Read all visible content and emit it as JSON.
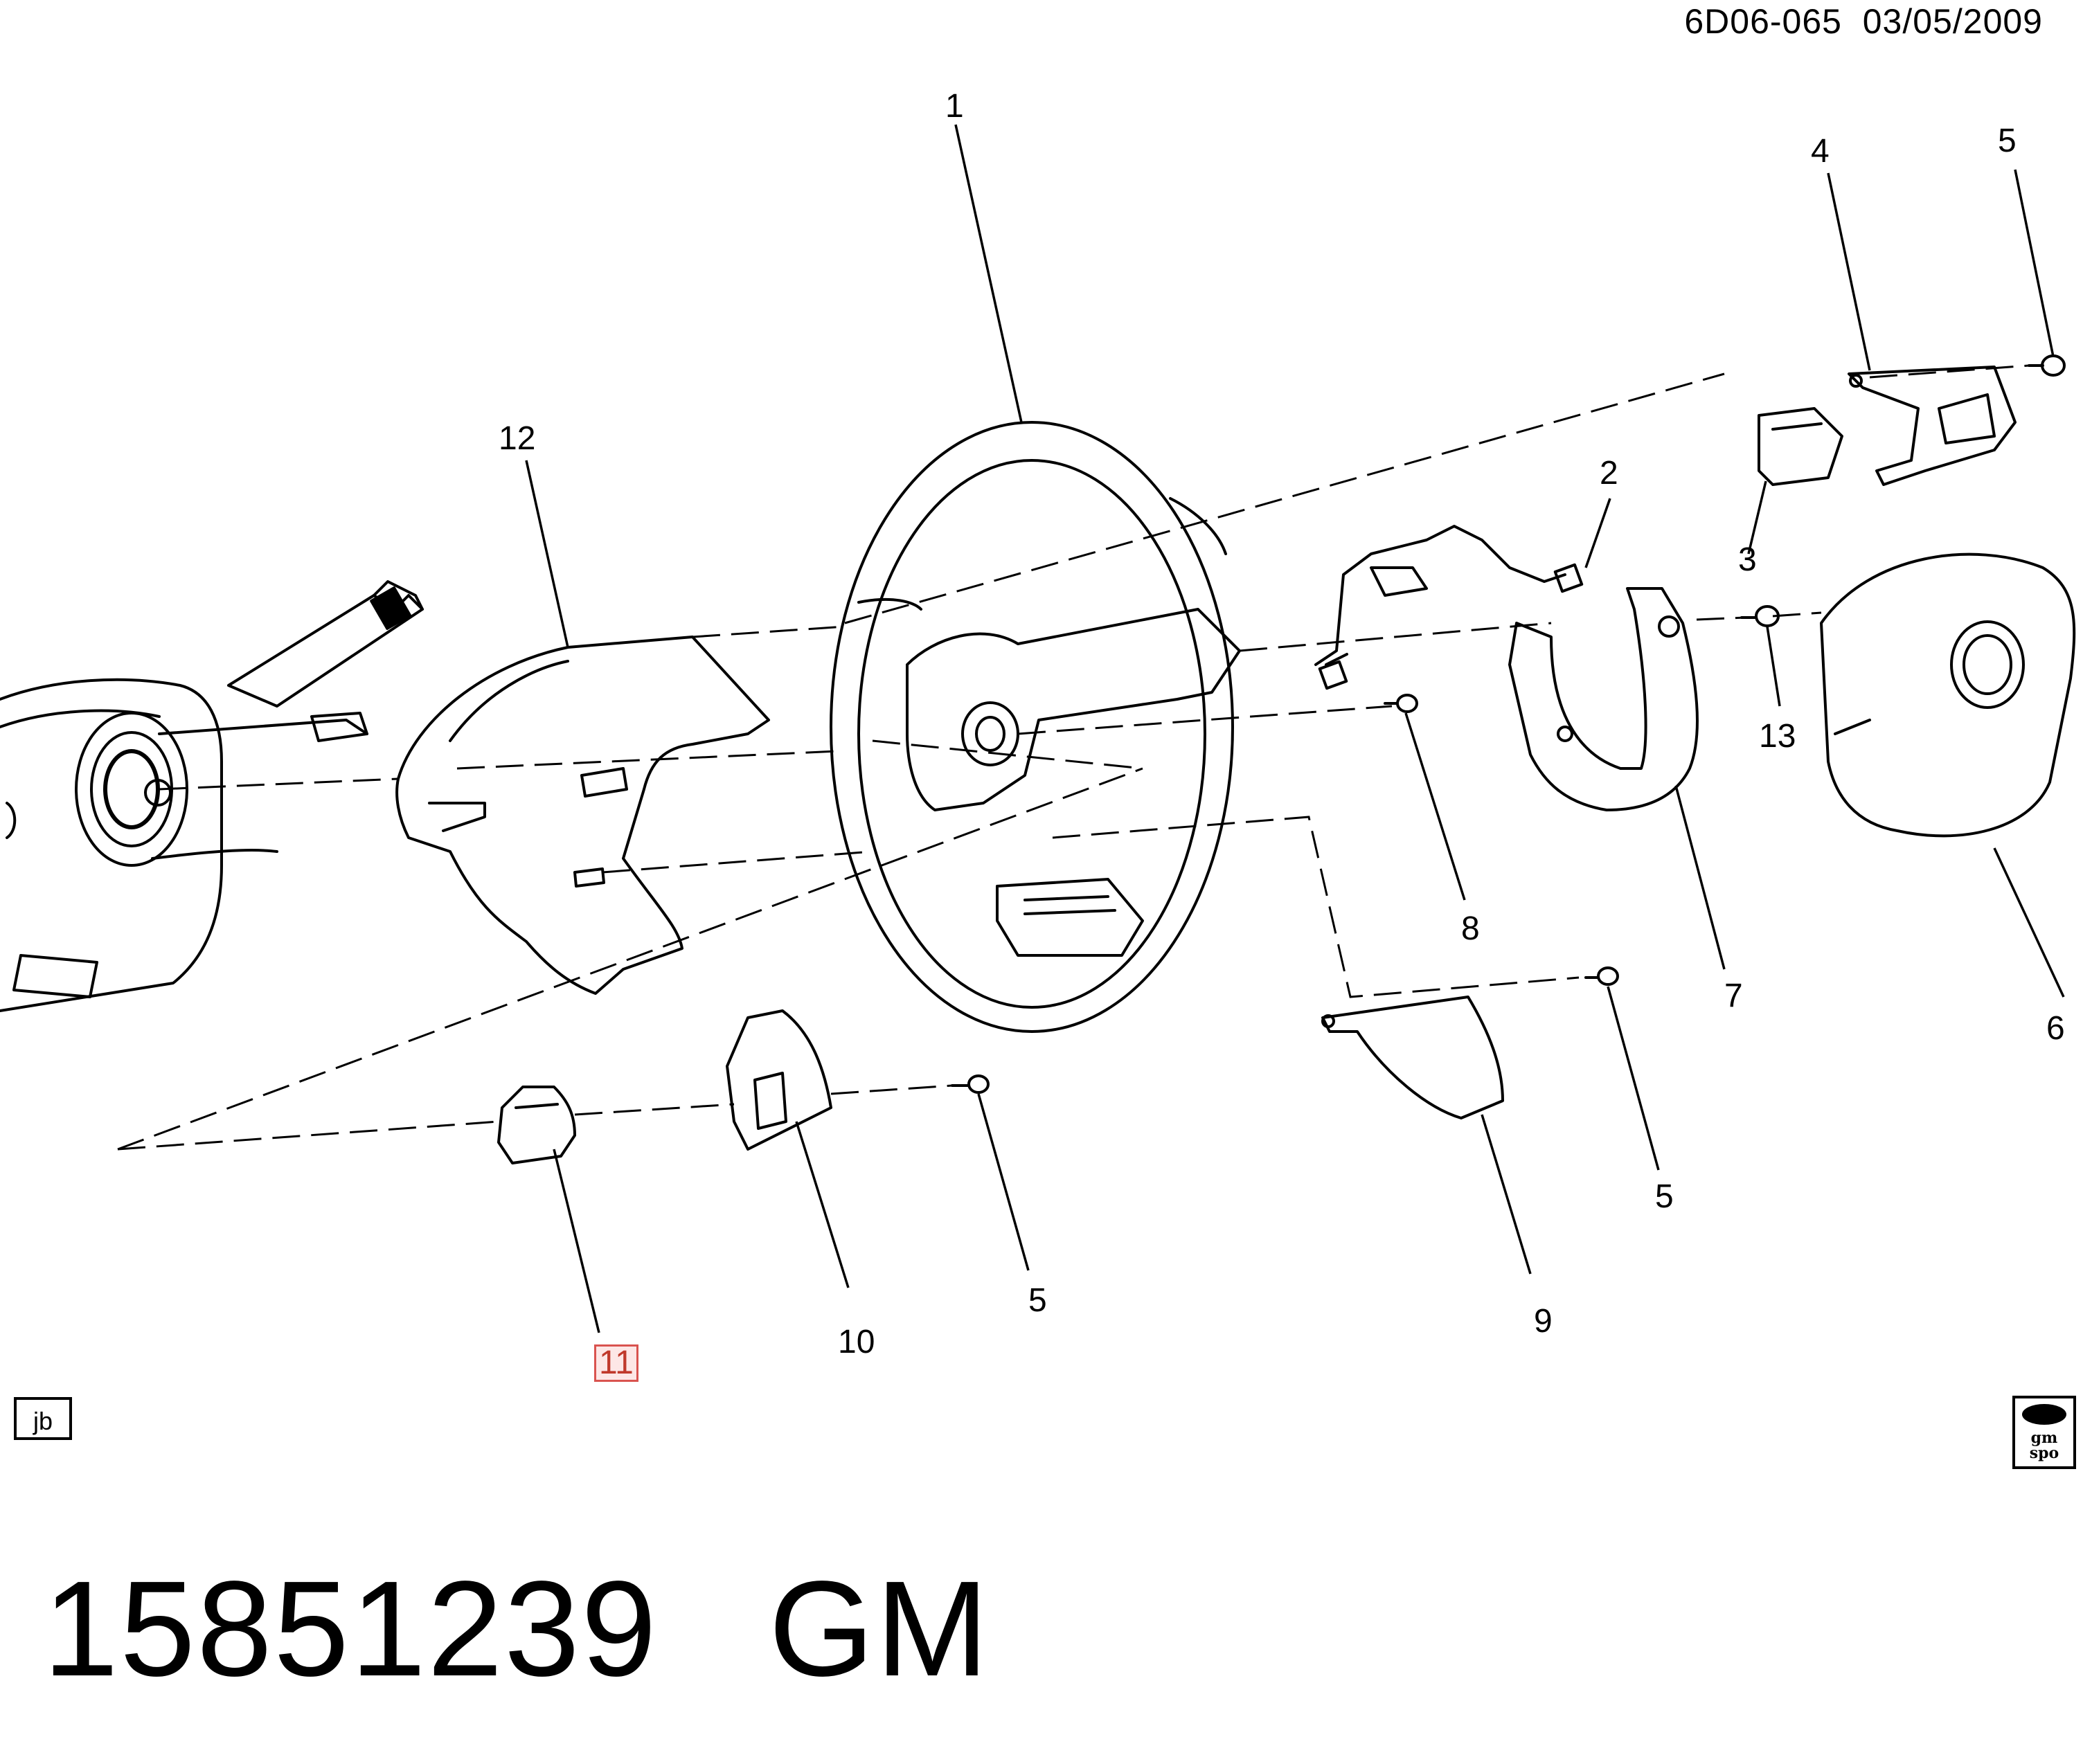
{
  "header": {
    "code": "6D06-065",
    "date": "03/05/2009"
  },
  "callouts": [
    {
      "id": "c1",
      "text": "1"
    },
    {
      "id": "c2",
      "text": "2"
    },
    {
      "id": "c3",
      "text": "3"
    },
    {
      "id": "c4",
      "text": "4"
    },
    {
      "id": "c5a",
      "text": "5"
    },
    {
      "id": "c5b",
      "text": "5"
    },
    {
      "id": "c5c",
      "text": "5"
    },
    {
      "id": "c6",
      "text": "6"
    },
    {
      "id": "c7",
      "text": "7"
    },
    {
      "id": "c8",
      "text": "8"
    },
    {
      "id": "c9",
      "text": "9"
    },
    {
      "id": "c10",
      "text": "10"
    },
    {
      "id": "c11",
      "text": "11",
      "highlighted": true
    },
    {
      "id": "c12",
      "text": "12"
    },
    {
      "id": "c13",
      "text": "13"
    }
  ],
  "corner_left_label": "jb",
  "corner_right_logo": {
    "line1": "gm",
    "line2": "spo"
  },
  "part_number": "15851239",
  "brand": "GM",
  "colors": {
    "line": "#000000",
    "highlight_border": "#d9534f",
    "highlight_fill": "#fde7e6"
  }
}
